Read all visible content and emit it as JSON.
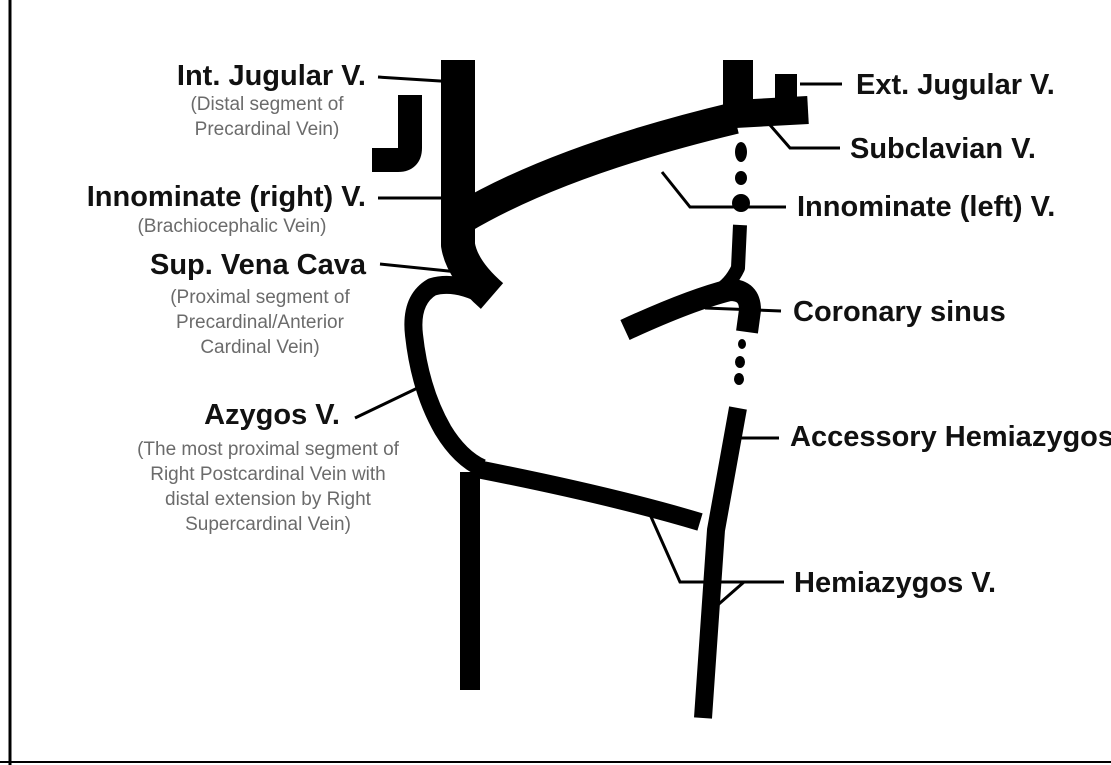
{
  "labels": {
    "int_jugular": {
      "name": "Int. Jugular V.",
      "notes": [
        "(Distal segment of",
        "Precardinal Vein)"
      ]
    },
    "innominate_right": {
      "name": "Innominate (right) V.",
      "notes": [
        "(Brachiocephalic Vein)"
      ]
    },
    "svc": {
      "name": "Sup. Vena Cava",
      "notes": [
        "(Proximal segment of",
        "Precardinal/Anterior",
        "Cardinal Vein)"
      ]
    },
    "azygos": {
      "name": "Azygos V.",
      "notes": [
        "(The most proximal segment of",
        "Right Postcardinal Vein with",
        "distal extension by Right",
        "Supercardinal Vein)"
      ]
    },
    "ext_jugular": {
      "name": "Ext. Jugular V."
    },
    "subclavian": {
      "name": "Subclavian V."
    },
    "innominate_left": {
      "name": "Innominate (left) V."
    },
    "coronary_sinus": {
      "name": "Coronary sinus"
    },
    "accessory_hemiazygos": {
      "name": "Accessory Hemiazygos"
    },
    "hemiazygos": {
      "name": "Hemiazygos V."
    }
  },
  "colors": {
    "vein": "#000000",
    "label": "#111111",
    "note": "#6b6b6b",
    "background": "#ffffff"
  }
}
